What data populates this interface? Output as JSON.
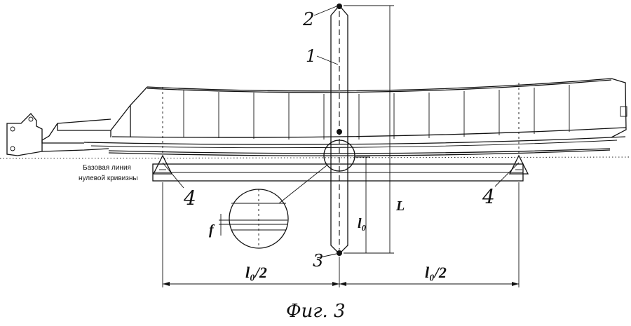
{
  "labels": {
    "part_1": "1",
    "part_2": "2",
    "part_3": "3",
    "part_4_left": "4",
    "part_4_right": "4",
    "dim_L": "L",
    "dim_l0": "l₀",
    "dim_f": "f",
    "dim_half_left": "l₀/2",
    "dim_half_right": "l₀/2"
  },
  "baseline_caption": {
    "line1": "Базовая линия",
    "line2": "нулевой кривизны"
  },
  "figure_caption": "Фиг. 3"
}
